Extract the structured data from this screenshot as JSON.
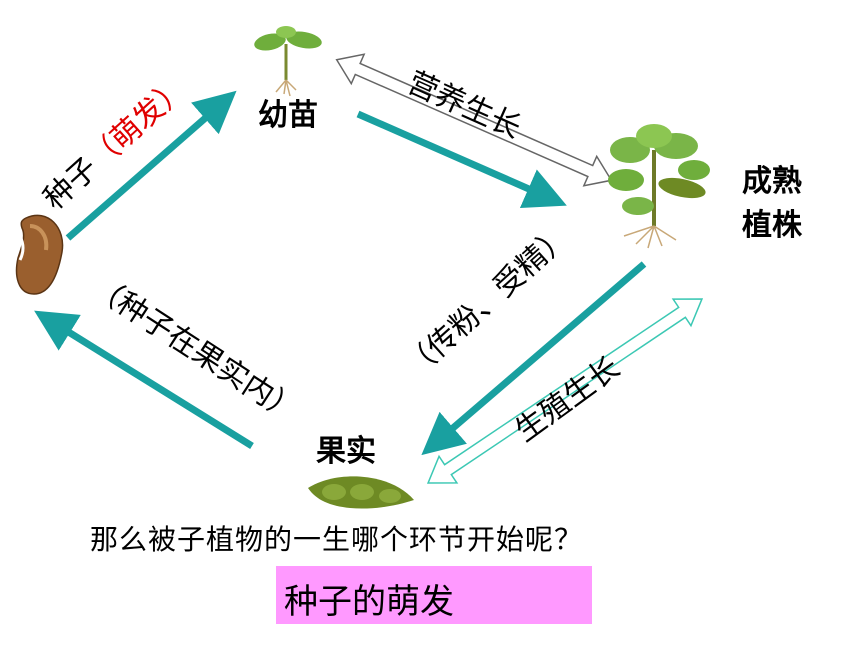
{
  "nodes": {
    "seedling": "幼苗",
    "mature_plant_line1": "成熟",
    "mature_plant_line2": "植株",
    "fruit": "果实"
  },
  "edges": {
    "seed_prefix": "种子",
    "germination": "（萌发）",
    "vegetative_growth": "营养生长",
    "pollination_fertilization": "（传粉、受精）",
    "reproductive_growth": "生殖生长",
    "seed_in_fruit": "（种子在果实内）"
  },
  "question": "那么被子植物的一生哪个环节开始呢？",
  "answer": "种子的萌发",
  "colors": {
    "arrow_teal": "#19a0a0",
    "outline_gray": "#666666",
    "outline_teal": "#3cc8b4",
    "answer_bg": "#ff99ff",
    "germination_red": "#e00000",
    "seed_brown": "#9a5f2e",
    "leaf_green": "#6fae3c",
    "pod_green": "#6e8a24"
  }
}
